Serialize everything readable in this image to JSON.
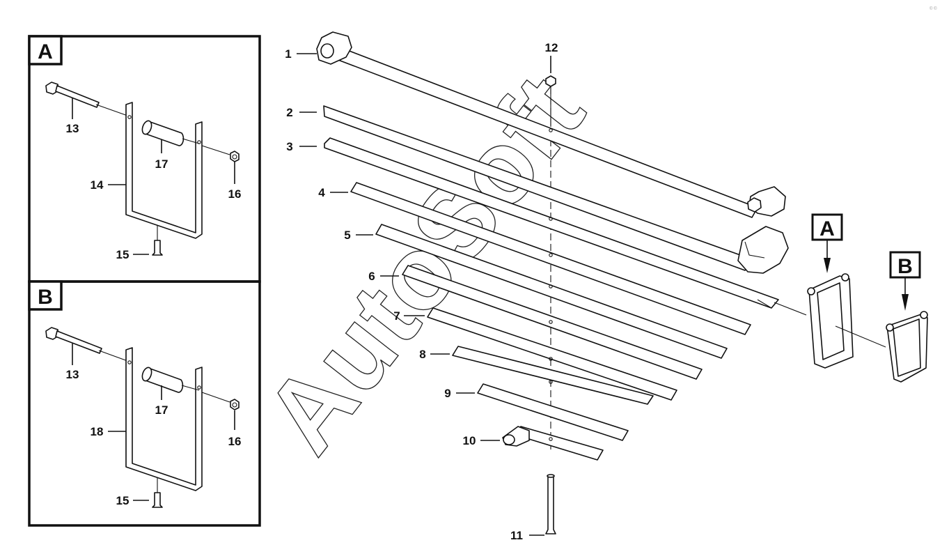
{
  "insets": {
    "a": {
      "tag": "A",
      "labels": {
        "bolt": "13",
        "frame": "14",
        "bushing": "17",
        "nut": "16",
        "pin": "15"
      }
    },
    "b": {
      "tag": "B",
      "labels": {
        "bolt": "13",
        "frame": "18",
        "bushing": "17",
        "nut": "16",
        "pin": "15"
      }
    }
  },
  "main": {
    "leaf_labels": [
      "1",
      "2",
      "3",
      "4",
      "5",
      "6",
      "7",
      "8",
      "9",
      "10"
    ],
    "center_bolt_label": "11",
    "nut_label": "12",
    "shackle_tags": [
      "A",
      "B"
    ]
  },
  "watermark": {
    "text": "AutoSoft"
  },
  "corner_mark": "© ©"
}
